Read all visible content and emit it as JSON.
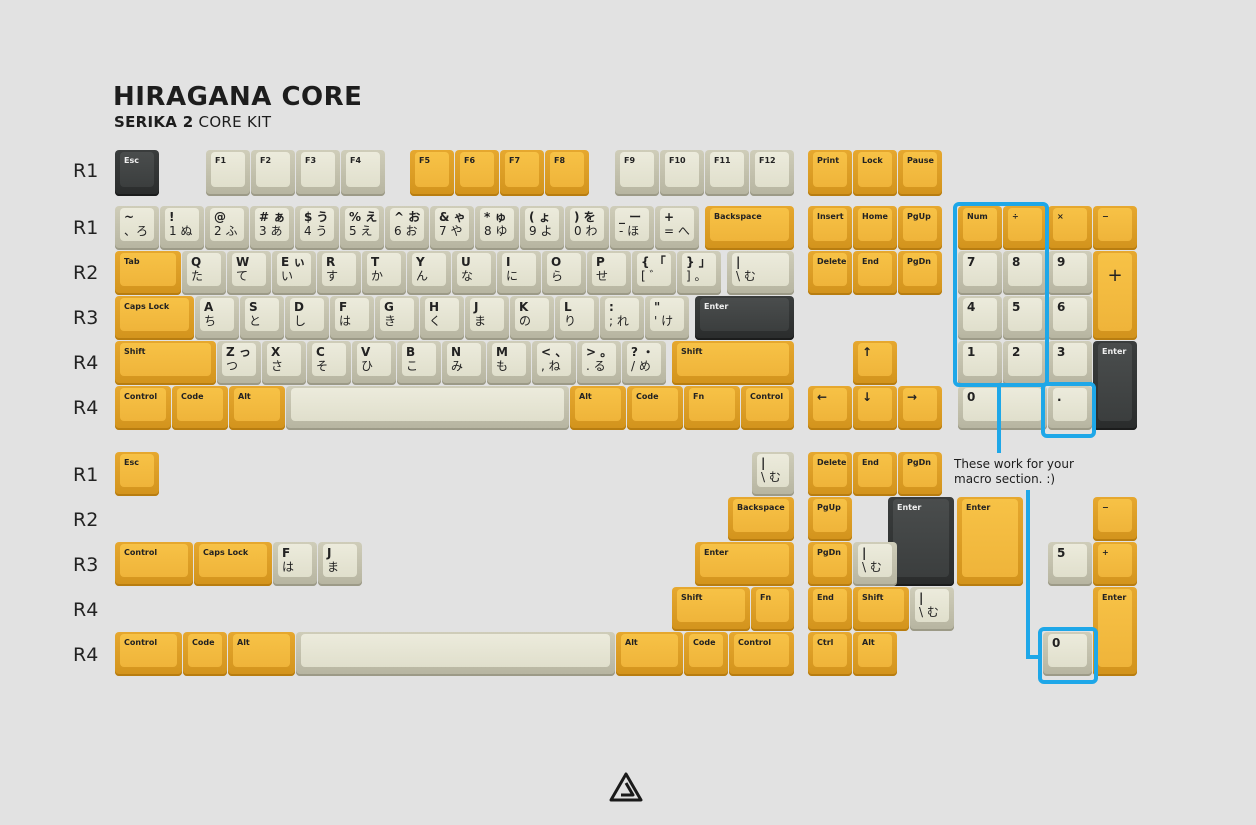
{
  "header": {
    "title": "HIRAGANA CORE",
    "subtitle_bold": "SERIKA 2",
    "subtitle_rest": " CORE KIT"
  },
  "row_labels": [
    "R1",
    "R1",
    "R2",
    "R3",
    "R4",
    "R4",
    "R1",
    "R2",
    "R3",
    "R4",
    "R4"
  ],
  "note": {
    "line1": "These work for your",
    "line2": "macro section. :)"
  },
  "colors": {
    "yellow": "#f4bc40",
    "white": "#e7e6d4",
    "dark": "#3b3e3e",
    "highlight": "#1ea7e8",
    "background": "#e2e2e2"
  },
  "keys": {
    "esc": "Esc",
    "f1": "F1",
    "f2": "F2",
    "f3": "F3",
    "f4": "F4",
    "f5": "F5",
    "f6": "F6",
    "f7": "F7",
    "f8": "F8",
    "f9": "F9",
    "f10": "F10",
    "f11": "F11",
    "f12": "F12",
    "print": "Print",
    "lock": "Lock",
    "pause": "Pause",
    "n_tilde": "~",
    "n_tilde_jp": "、ろ",
    "n1": "!",
    "n1_jp": "1 ぬ",
    "n2": "@",
    "n2_jp": "2 ふ",
    "n3": "# ぁ",
    "n3_jp": "3 あ",
    "n4": "$ う",
    "n4_jp": "4 う",
    "n5": "% え",
    "n5_jp": "5 え",
    "n6": "^ お",
    "n6_jp": "6 お",
    "n7": "& ゃ",
    "n7_jp": "7 や",
    "n8": "* ゅ",
    "n8_jp": "8 ゆ",
    "n9": "( ょ",
    "n9_jp": "9 よ",
    "n0": ") を",
    "n0_jp": "0 わ",
    "nminus": "_ ー",
    "nminus_jp": "- ほ",
    "nplus": "+",
    "nplus_jp": "= へ",
    "backspace": "Backspace",
    "insert": "Insert",
    "home": "Home",
    "pgup": "PgUp",
    "num": "Num",
    "div": "÷",
    "mul": "×",
    "minus": "−",
    "tab": "Tab",
    "q": "Q",
    "q_jp": "た",
    "w": "W",
    "w_jp": "て",
    "e": "E ぃ",
    "e_jp": "い",
    "r": "R",
    "r_jp": "す",
    "t": "T",
    "t_jp": "か",
    "y": "Y",
    "y_jp": "ん",
    "u": "U",
    "u_jp": "な",
    "i": "I",
    "i_jp": "に",
    "o": "O",
    "o_jp": "ら",
    "p": "P",
    "p_jp": "せ",
    "lbr": "{ 「",
    "lbr_jp": "[ ゛",
    "rbr": "} 」",
    "rbr_jp": "] 。",
    "bsl": "|",
    "bsl_jp": "\\  む",
    "delete": "Delete",
    "end": "End",
    "pgdn": "PgDn",
    "k7": "7",
    "k8": "8",
    "k9": "9",
    "kplus": "+",
    "caps": "Caps Lock",
    "a": "A",
    "a_jp": "ち",
    "s": "S",
    "s_jp": "と",
    "d": "D",
    "d_jp": "し",
    "f": "F",
    "f_jp": "は",
    "g": "G",
    "g_jp": "き",
    "h": "H",
    "h_jp": "く",
    "j": "J",
    "j_jp": "ま",
    "k": "K",
    "k_jp": "の",
    "l": "L",
    "l_jp": "り",
    "semi": ":",
    "semi_jp": "; れ",
    "quote": "\"",
    "quote_jp": "' け",
    "enter": "Enter",
    "k4": "4",
    "k5": "5",
    "k6": "6",
    "shift": "Shift",
    "z": "Z っ",
    "z_jp": "つ",
    "x": "X",
    "x_jp": "さ",
    "c": "C",
    "c_jp": "そ",
    "v": "V",
    "v_jp": "ひ",
    "b": "B",
    "b_jp": "こ",
    "n": "N",
    "n_jp": "み",
    "m": "M",
    "m_jp": "も",
    "comma": "< 、",
    "comma_jp": ", ね",
    "dot": "> 。",
    "dot_jp": ". る",
    "slash": "? ・",
    "slash_jp": "/ め",
    "up": "↑",
    "k1": "1",
    "k2": "2",
    "k3": "3",
    "control": "Control",
    "code": "Code",
    "alt": "Alt",
    "fn": "Fn",
    "left": "←",
    "down": "↓",
    "right": "→",
    "k0": "0",
    "kdot": ".",
    "ctrl": "Ctrl",
    "caps2": "Caps Lock"
  }
}
